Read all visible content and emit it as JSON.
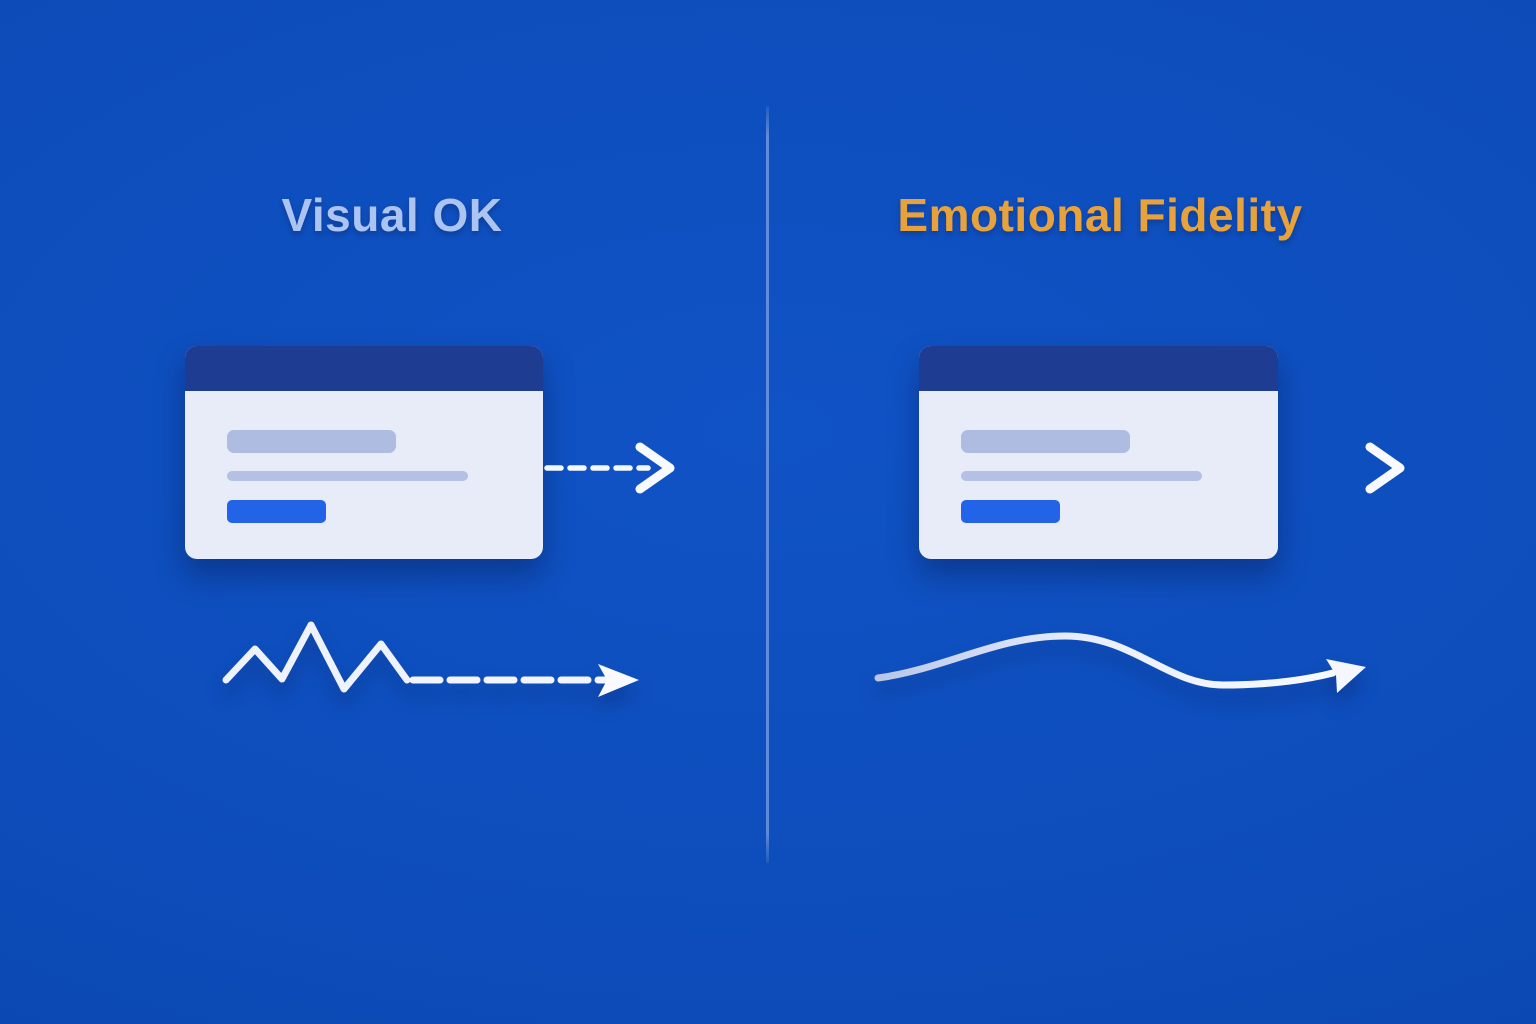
{
  "page": {
    "background_color": "#0d4cba",
    "divider_color": "#82a5e4"
  },
  "left_panel": {
    "title": "Visual OK",
    "title_color": "#abc4f1",
    "card": {
      "type": "window-mockup",
      "header_color": "#1e3d92",
      "body_color": "#e8ecf8",
      "placeholder_color": "#aebce2",
      "button_color": "#2263e7",
      "elements": [
        "title-bar",
        "heading-placeholder",
        "text-line-placeholder",
        "button-placeholder"
      ]
    },
    "flow_arrow": {
      "icon": "dashed-arrow-right-icon",
      "style": "dashed",
      "color": "#f3f7ff"
    },
    "signal_line": {
      "icon": "zigzag-dashed-arrow-icon",
      "style": "jagged-dashed",
      "color": "#e9eefb"
    }
  },
  "right_panel": {
    "title": "Emotional Fidelity",
    "title_color": "#e8a23c",
    "card": {
      "type": "window-mockup",
      "header_color": "#1e3d92",
      "body_color": "#e8ecf8",
      "placeholder_color": "#aebce2",
      "button_color": "#2263e7",
      "elements": [
        "title-bar",
        "heading-placeholder",
        "text-line-placeholder",
        "button-placeholder"
      ]
    },
    "flow_arrow": {
      "icon": "solid-arrow-right-icon",
      "style": "solid",
      "color": "#f3f7ff"
    },
    "signal_line": {
      "icon": "smooth-wave-arrow-icon",
      "style": "smooth-solid",
      "color": "#e9eefb"
    }
  }
}
